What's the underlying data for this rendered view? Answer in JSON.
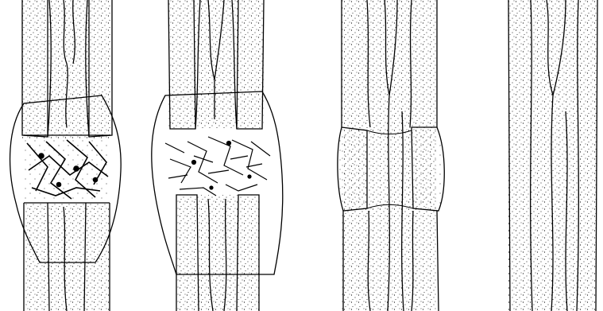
{
  "figure": {
    "panels": [
      {
        "id": "hematoma-formation",
        "callus": "bulging-granulation"
      },
      {
        "id": "fibrocartilaginous-callus",
        "callus": "large-fibrous"
      },
      {
        "id": "bony-callus",
        "callus": "small-bony"
      },
      {
        "id": "remodeled-bone",
        "callus": "none"
      }
    ],
    "colors": {
      "ink": "#000000",
      "paper": "#ffffff"
    }
  }
}
